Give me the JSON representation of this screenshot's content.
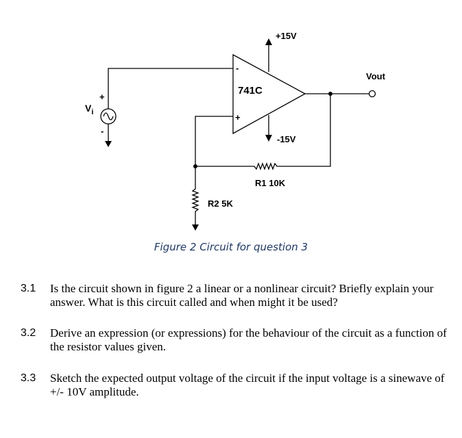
{
  "figure": {
    "labels": {
      "supply_pos": "+15V",
      "supply_neg": "-15V",
      "opamp": "741C",
      "vout": "Vout",
      "vi_main": "V",
      "vi_sub": "i",
      "r1": "R1  10K",
      "r2": "R2  5K",
      "inv_sign": "-",
      "noninv_sign": "+",
      "src_plus": "+",
      "src_minus": "-"
    },
    "caption": "Figure 2 Circuit for question 3"
  },
  "questions": [
    {
      "number": "3.1",
      "text": "Is the circuit shown in figure 2 a linear or a nonlinear circuit? Briefly explain your answer. What is this circuit called and when might it be used?"
    },
    {
      "number": "3.2",
      "text": "Derive an expression (or expressions) for the behaviour of the circuit as a function of the resistor values given."
    },
    {
      "number": "3.3",
      "text": "Sketch the expected output voltage of the circuit if the input voltage is a sinewave of +/- 10V amplitude."
    }
  ]
}
